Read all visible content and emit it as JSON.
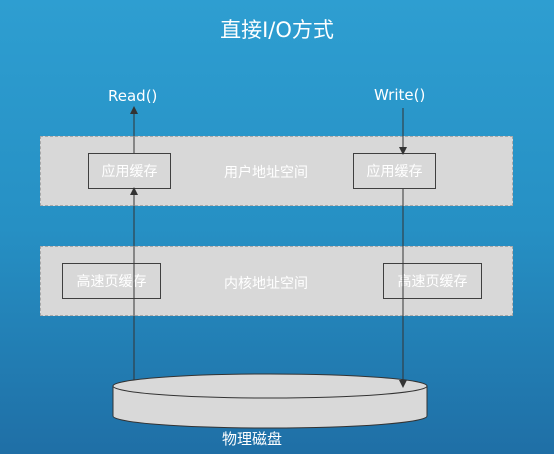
{
  "title": "直接I/O方式",
  "functions": {
    "read": "Read()",
    "write": "Write()"
  },
  "user_layer": {
    "label": "用户地址空间",
    "left_box": "应用缓存",
    "right_box": "应用缓存"
  },
  "kernel_layer": {
    "label": "内核地址空间",
    "left_box": "高速页缓存",
    "right_box": "高速页缓存"
  },
  "disk": {
    "label": "物理磁盘"
  },
  "colors": {
    "background_top": "#2e9ed1",
    "background_bottom": "#1f6fa6",
    "layer_fill": "#d8d8d8",
    "text": "#ffffff",
    "arrow": "#333333"
  }
}
